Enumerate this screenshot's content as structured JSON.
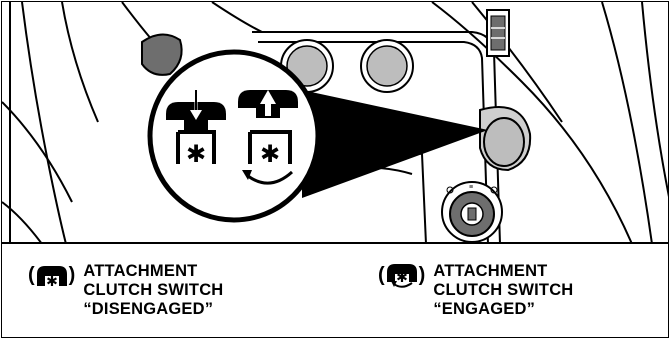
{
  "legend": {
    "disengaged": {
      "line1": "ATTACHMENT",
      "line2": "CLUTCH SWITCH",
      "line3": "“DISENGAGED”",
      "icon": "switch-pressed-down-icon"
    },
    "engaged": {
      "line1": "ATTACHMENT",
      "line2": "CLUTCH SWITCH",
      "line3": "“ENGAGED”",
      "icon": "switch-pulled-up-icon"
    },
    "paren_open": "(",
    "paren_close": ")"
  },
  "colors": {
    "line": "#000000",
    "background": "#ffffff",
    "shade": "#6e6e6e",
    "light_shade": "#cfcfcf"
  }
}
